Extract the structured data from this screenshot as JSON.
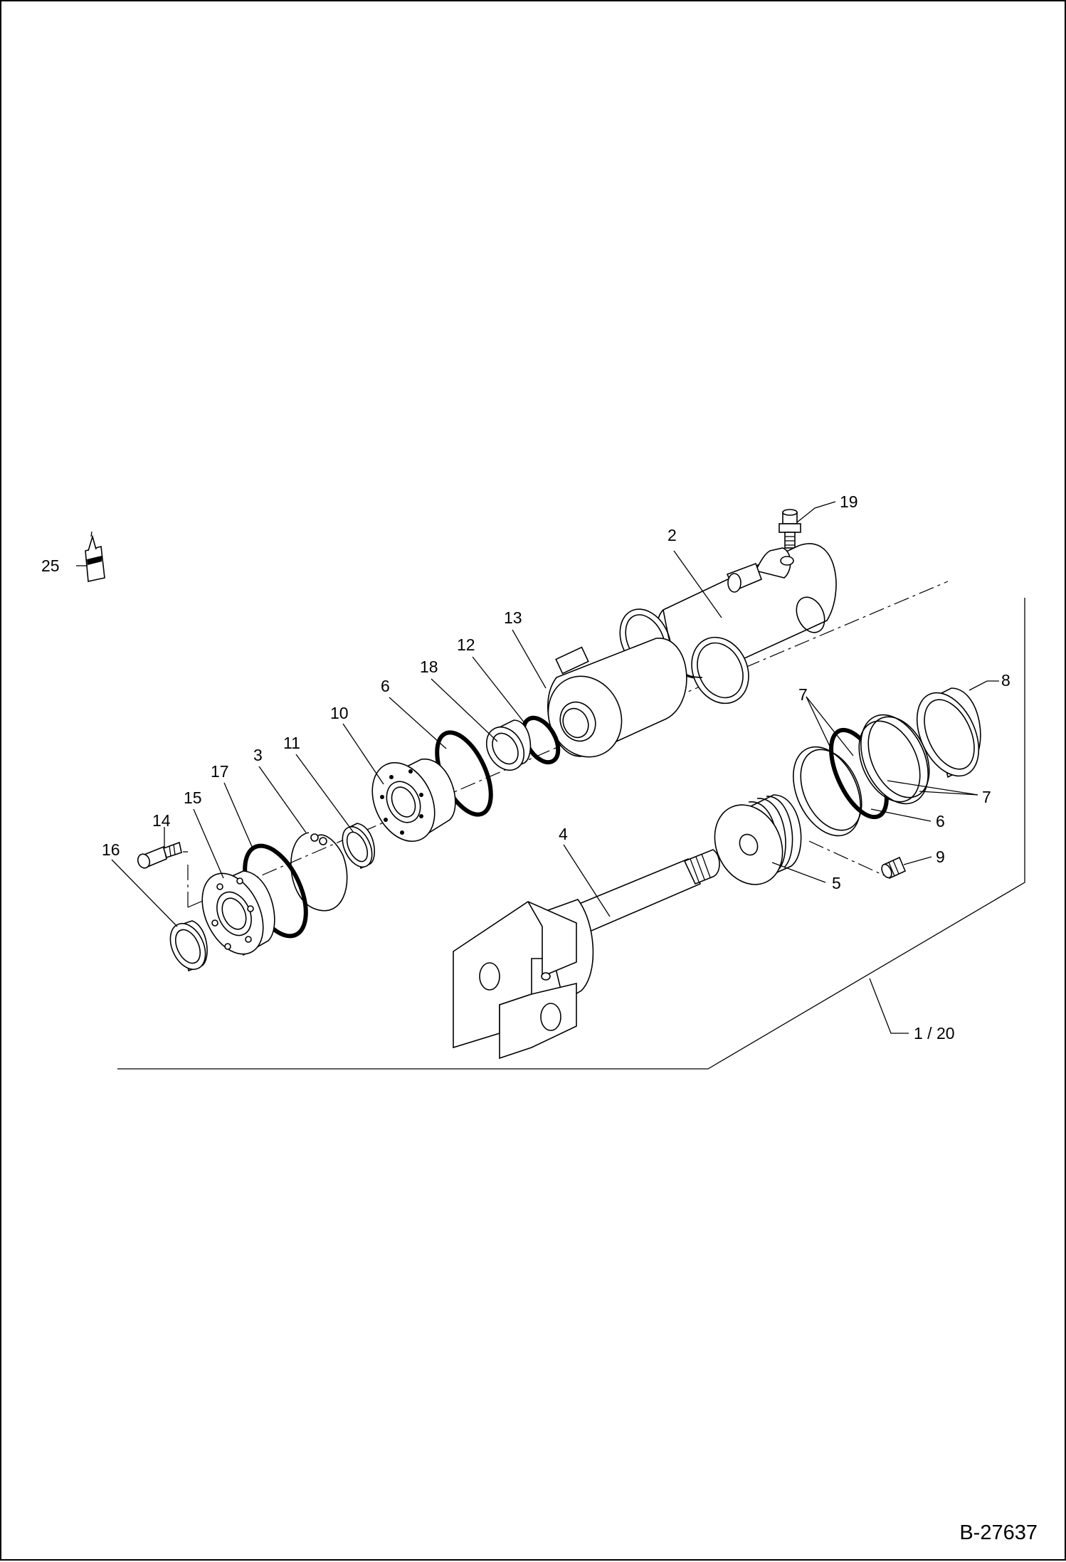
{
  "sheet": {
    "document_number": "B-27637"
  },
  "callouts": {
    "c1_20": "1 / 20",
    "c2": "2",
    "c3": "3",
    "c4": "4",
    "c5": "5",
    "c6a": "6",
    "c6b": "6",
    "c7a": "7",
    "c7b": "7",
    "c8": "8",
    "c9": "9",
    "c10": "10",
    "c11": "11",
    "c12": "12",
    "c13": "13",
    "c14": "14",
    "c15": "15",
    "c16": "16",
    "c17": "17",
    "c18": "18",
    "c19": "19",
    "c25": "25"
  }
}
